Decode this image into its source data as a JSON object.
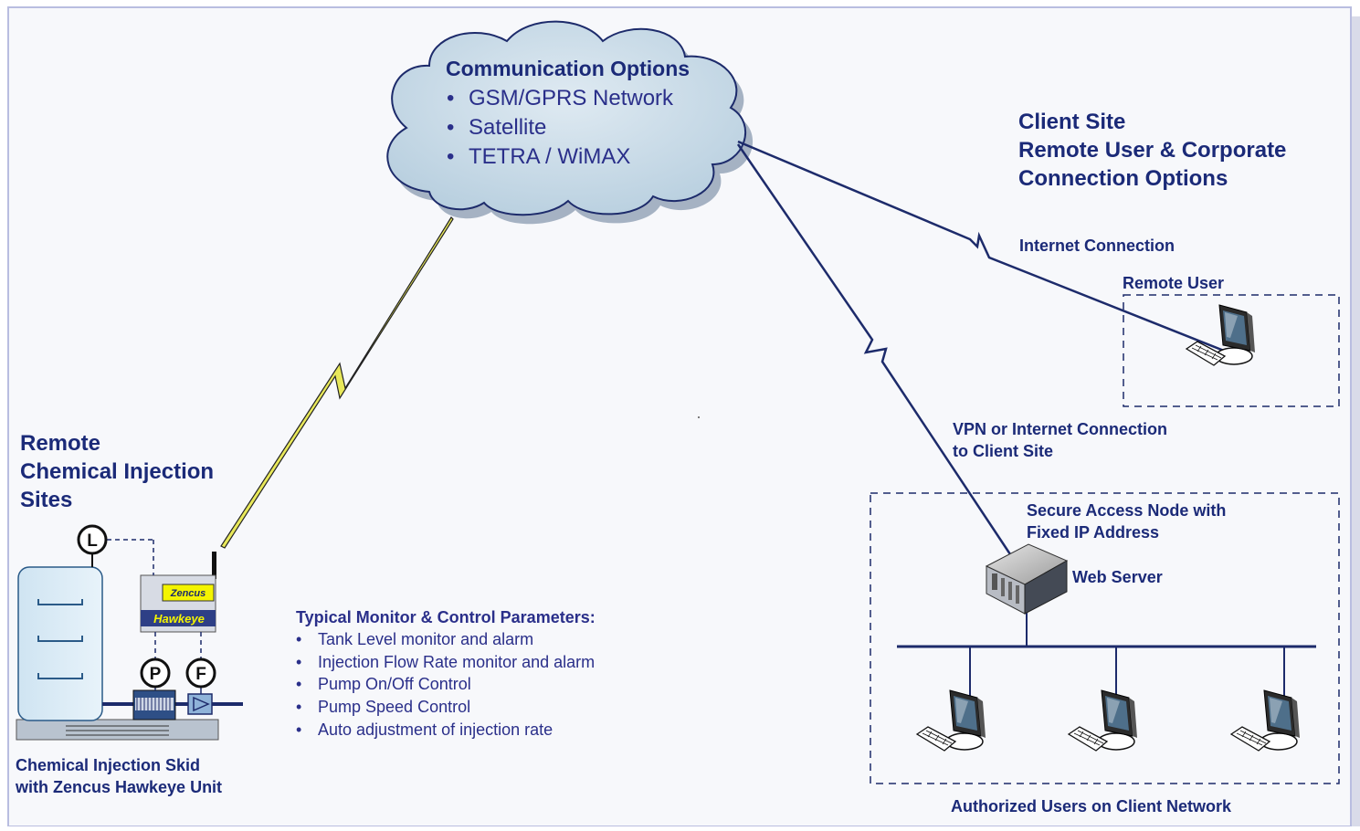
{
  "cloud": {
    "title": "Communication Options",
    "items": [
      "GSM/GPRS Network",
      "Satellite",
      "TETRA / WiMAX"
    ]
  },
  "client_site": {
    "line1": "Client Site",
    "line2": "Remote User & Corporate",
    "line3": "Connection Options"
  },
  "remote_sites": {
    "line1": "Remote",
    "line2": "Chemical Injection",
    "line3": "Sites"
  },
  "links": {
    "internet": "Internet Connection",
    "vpn_line1": "VPN or Internet Connection",
    "vpn_line2": "to Client Site"
  },
  "remote_user": {
    "label": "Remote User"
  },
  "secure_node": {
    "line1": "Secure Access Node with",
    "line2": "Fixed IP Address",
    "web_server": "Web Server"
  },
  "authorized": {
    "label": "Authorized Users on Client Network"
  },
  "skid": {
    "line1": "Chemical Injection Skid",
    "line2": "with Zencus Hawkeye Unit",
    "device_brand": "Zencus",
    "device_model": "Hawkeye",
    "gauge_level": "L",
    "gauge_pressure": "P",
    "gauge_flow": "F"
  },
  "parameters": {
    "title": "Typical Monitor & Control Parameters:",
    "items": [
      "Tank Level monitor and alarm",
      "Injection Flow Rate monitor and alarm",
      "Pump On/Off Control",
      "Pump Speed Control",
      "Auto adjustment of injection rate"
    ]
  },
  "colors": {
    "text": "#1b2a78",
    "line": "#1d2b6b",
    "cloud_fill": "#c9dde9",
    "lightning": "#e8e85a",
    "background": "#f7f8fb",
    "frame": "#b9bde0"
  },
  "icons": [
    "cloud-icon",
    "lightning-icon",
    "monitor-icon",
    "server-icon",
    "tank-icon",
    "pump-icon",
    "gauge-icon"
  ]
}
